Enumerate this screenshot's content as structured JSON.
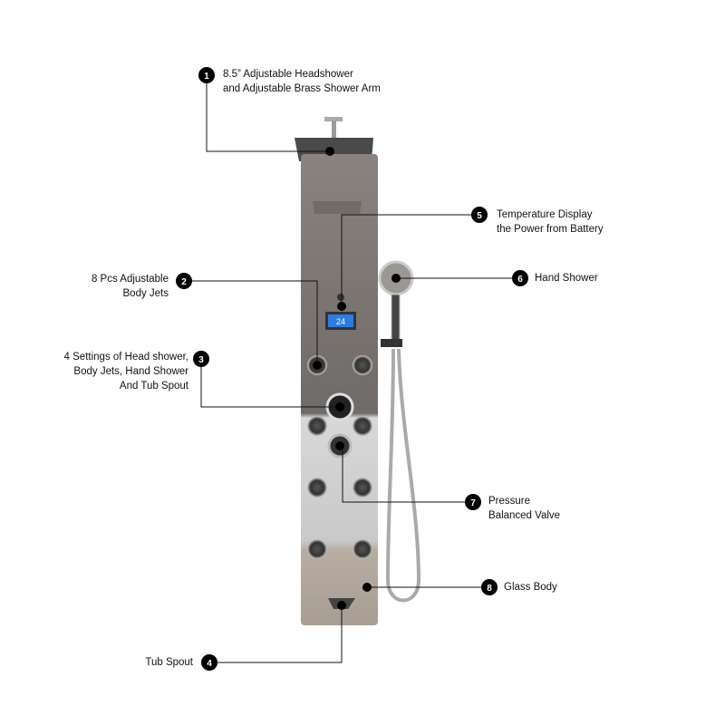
{
  "callouts": [
    {
      "n": "1",
      "lines": [
        "8.5” Adjustable Headshower",
        "and Adjustable Brass Shower Arm"
      ]
    },
    {
      "n": "2",
      "lines": [
        "8 Pcs Adjustable",
        "Body Jets"
      ]
    },
    {
      "n": "3",
      "lines": [
        "4 Settings of Head shower,",
        "Body Jets, Hand Shower",
        "And Tub Spout"
      ]
    },
    {
      "n": "4",
      "lines": [
        "Tub Spout"
      ]
    },
    {
      "n": "5",
      "lines": [
        "Temperature Display",
        "the Power from Battery"
      ]
    },
    {
      "n": "6",
      "lines": [
        "Hand Shower"
      ]
    },
    {
      "n": "7",
      "lines": [
        "Pressure",
        "Balanced Valve"
      ]
    },
    {
      "n": "8",
      "lines": [
        "Glass Body"
      ]
    }
  ],
  "display": {
    "reading": "24",
    "color": "#2a7de1"
  }
}
